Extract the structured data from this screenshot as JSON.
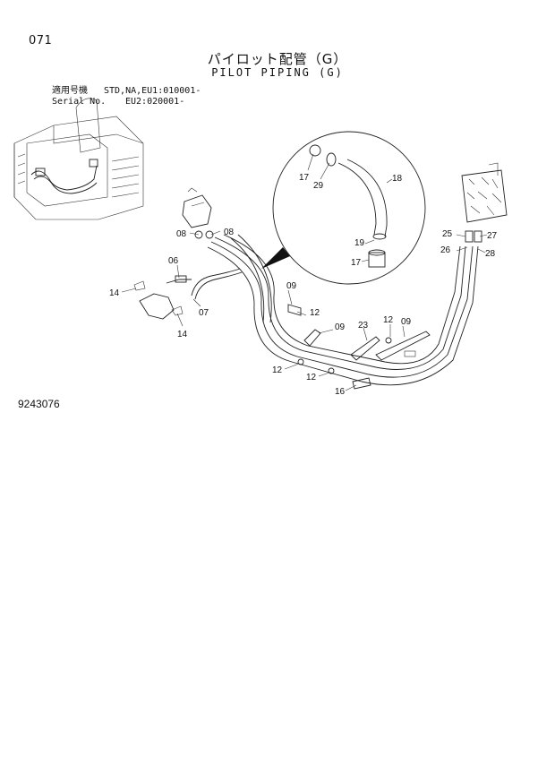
{
  "page_number": "071",
  "title_jp": "パイロット配管（G）",
  "title_en": "PILOT PIPING (G)",
  "serial": {
    "label_jp": "適用号機",
    "label_en": "Serial No.",
    "line1": "STD,NA,EU1:010001-",
    "line2": "EU2:020001-"
  },
  "callouts": {
    "c17a": "17",
    "c29": "29",
    "c18": "18",
    "c19": "19",
    "c17b": "17",
    "c08a": "08",
    "c08b": "08",
    "c06": "06",
    "c14a": "14",
    "c07": "07",
    "c14b": "14",
    "c09a": "09",
    "c12a": "12",
    "c09b": "09",
    "c23": "23",
    "c12b": "12",
    "c09c": "09",
    "c12c": "12",
    "c12d": "12",
    "c16": "16",
    "c25": "25",
    "c27": "27",
    "c26": "26",
    "c28": "28"
  },
  "figure_id": "9243076"
}
